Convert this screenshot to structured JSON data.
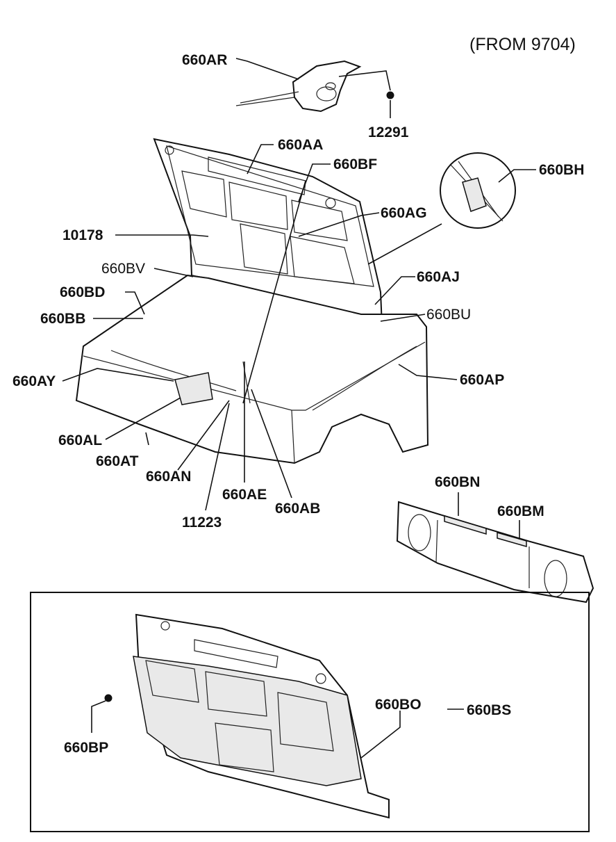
{
  "header": {
    "note": "(FROM 9704)"
  },
  "callouts": {
    "c660AR": "660AR",
    "c12291": "12291",
    "c660AA": "660AA",
    "c660BF": "660BF",
    "c660BH": "660BH",
    "c660AG": "660AG",
    "c10178": "10178",
    "c660BV": "660BV",
    "c660BD": "660BD",
    "c660BB": "660BB",
    "c660AJ": "660AJ",
    "c660BU": "660BU",
    "c660AY": "660AY",
    "c660AP": "660AP",
    "c660AL": "660AL",
    "c660AT": "660AT",
    "c660AN": "660AN",
    "c660AE": "660AE",
    "c660AB": "660AB",
    "c11223": "11223",
    "c660BN": "660BN",
    "c660BM": "660BM",
    "c660BO": "660BO",
    "c660BS": "660BS",
    "c660BP": "660BP"
  }
}
